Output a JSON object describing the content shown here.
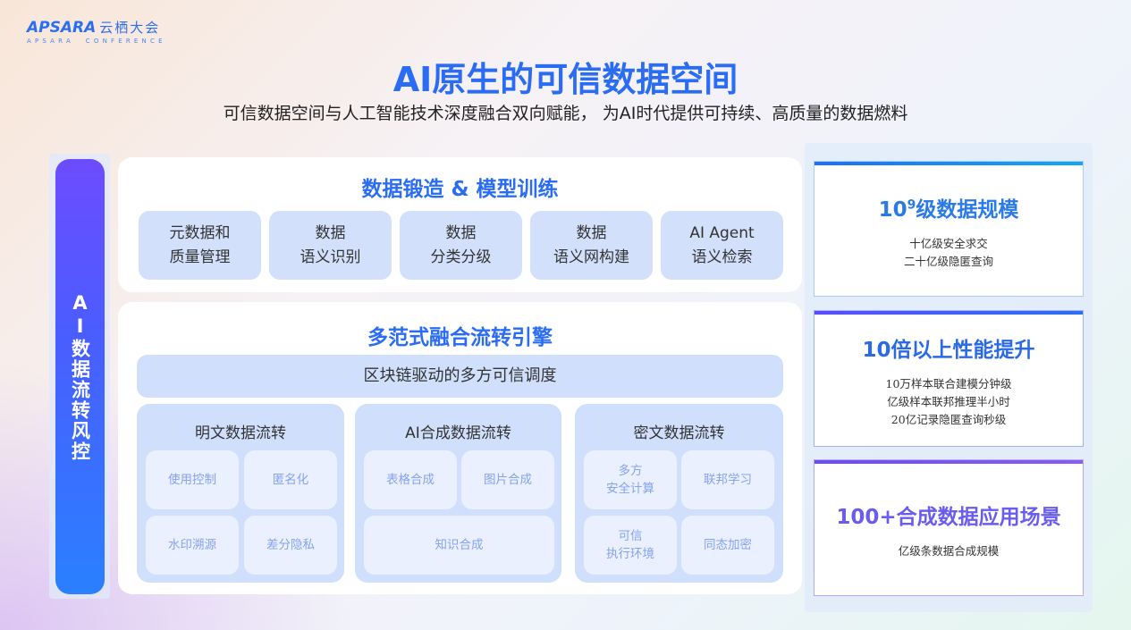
{
  "logo": {
    "brand": "APSARA",
    "cn": "云栖大会",
    "sub": "APSARA  CONFERENCE"
  },
  "title": "AI原生的可信数据空间",
  "subtitle": "可信数据空间与人工智能技术深度融合双向赋能， 为AI时代提供可持续、高质量的数据燃料",
  "left_bar": "AI数据流转风控",
  "forge": {
    "title": "数据锻造 & 模型训练",
    "items": [
      "元数据和\n质量管理",
      "数据\n语义识别",
      "数据\n分类分级",
      "数据\n语义网构建",
      "AI Agent\n语义检索"
    ]
  },
  "engine": {
    "title": "多范式融合流转引擎",
    "bar": "区块链驱动的多方可信调度",
    "groups": [
      {
        "title": "明文数据流转",
        "cells": [
          "使用控制",
          "匿名化",
          "水印溯源",
          "差分隐私"
        ]
      },
      {
        "title": "AI合成数据流转",
        "cells": [
          "表格合成",
          "图片合成",
          "知识合成"
        ]
      },
      {
        "title": "密文数据流转",
        "cells": [
          "多方\n安全计算",
          "联邦学习",
          "可信\n执行环境",
          "同态加密"
        ]
      }
    ]
  },
  "stats": [
    {
      "title_num": "10",
      "title_sup": "9",
      "title_rest": "级数据规模",
      "lines": "十亿级安全求交\n二十亿级隐匿查询"
    },
    {
      "title_num": "10",
      "title_sup": "",
      "title_rest": "倍以上性能提升",
      "lines": "10万样本联合建模分钟级\n亿级样本联邦推理半小时\n20亿记录隐匿查询秒级"
    },
    {
      "title_num": "100+",
      "title_sup": "",
      "title_rest": "合成数据应用场景",
      "lines": "亿级条数据合成规模"
    }
  ],
  "colors": {
    "accent": "#2a6df4",
    "purple": "#6b5cf0"
  }
}
